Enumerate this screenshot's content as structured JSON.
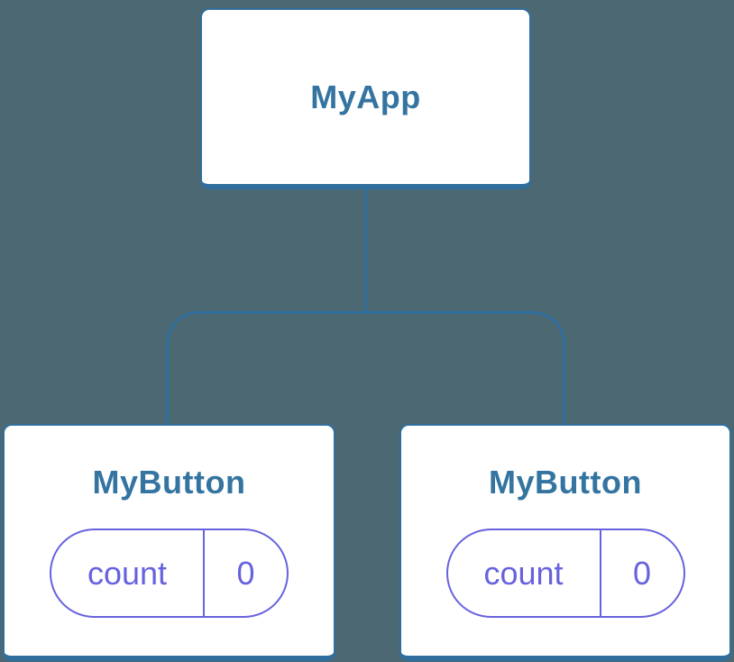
{
  "colors": {
    "bg": "#4C6973",
    "line": "#2F6E9D",
    "title": "#3474A1",
    "pill": "#6762DE",
    "card-bg": "#FFFFFF"
  },
  "tree": {
    "root": {
      "label": "MyApp"
    },
    "children": [
      {
        "label": "MyButton",
        "state": {
          "key": "count",
          "value": "0"
        }
      },
      {
        "label": "MyButton",
        "state": {
          "key": "count",
          "value": "0"
        }
      }
    ]
  }
}
